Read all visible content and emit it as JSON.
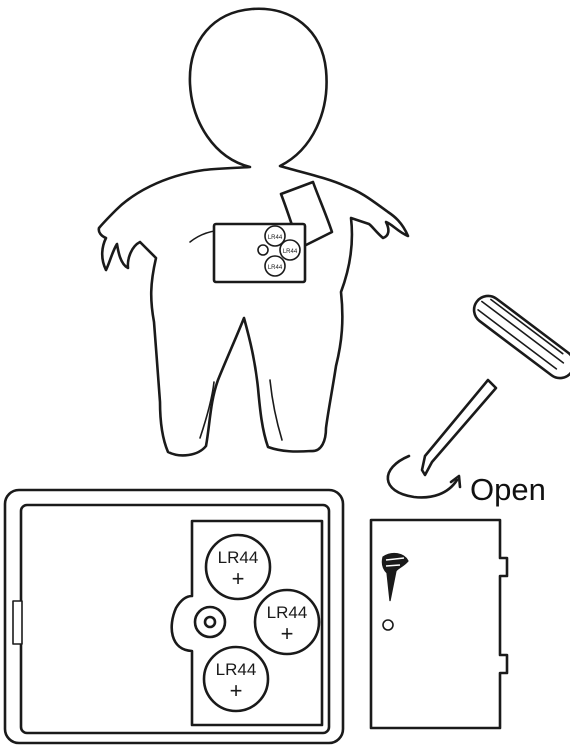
{
  "open_label": "Open",
  "batteries": [
    {
      "type": "LR44",
      "polarity": "+"
    },
    {
      "type": "LR44",
      "polarity": "+"
    },
    {
      "type": "LR44",
      "polarity": "+"
    }
  ],
  "colors": {
    "ink": "#1a1a1a",
    "background": "#ffffff"
  }
}
